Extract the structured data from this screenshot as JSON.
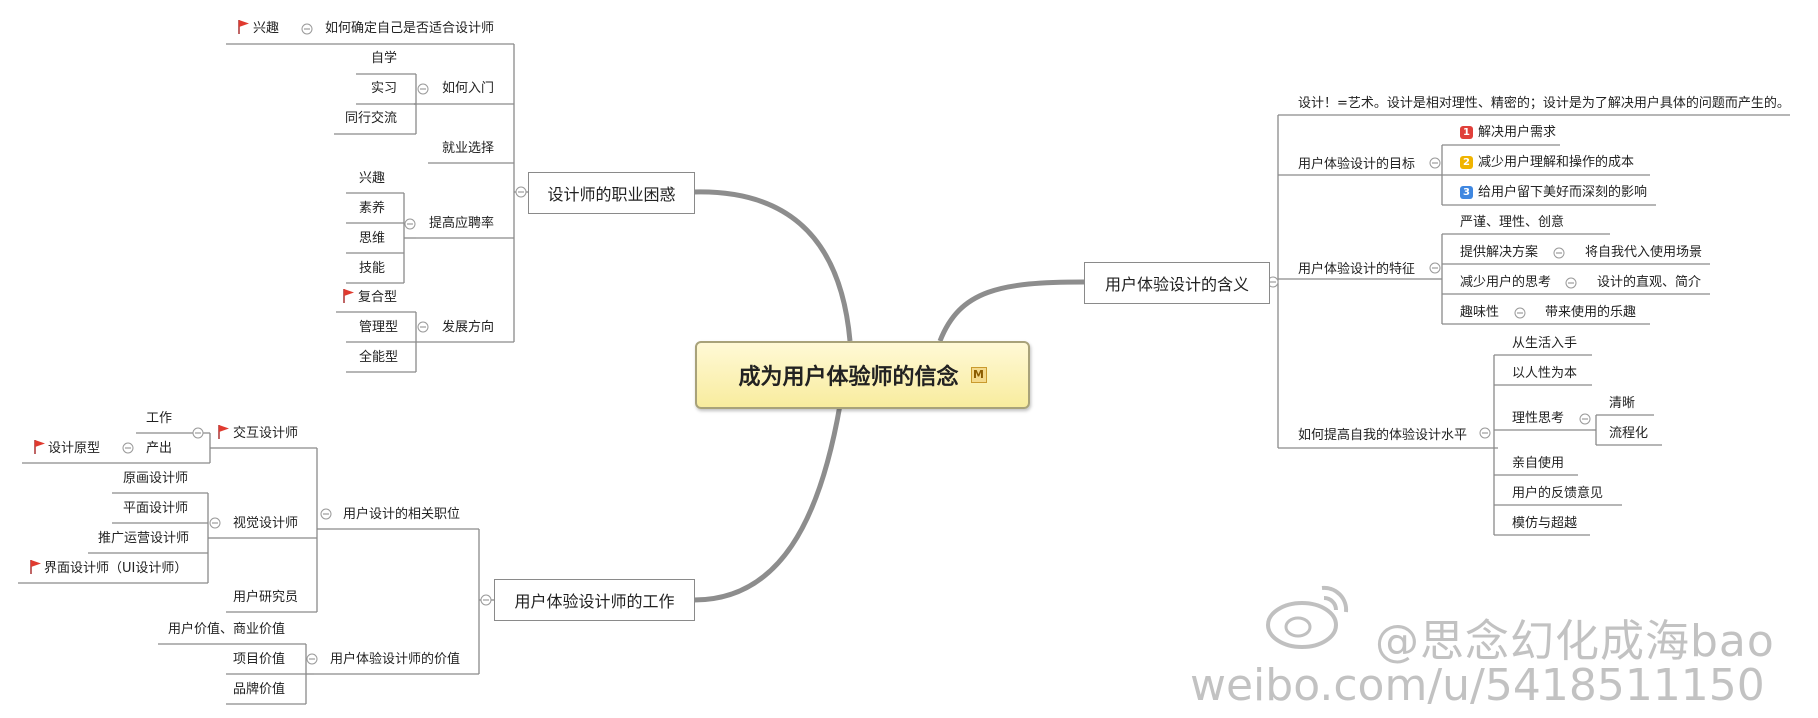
{
  "central": {
    "title": "成为用户体验师的信念",
    "marker": "M"
  },
  "career": {
    "title": "设计师的职业困惑",
    "q1": {
      "label": "如何确定自己是否适合设计师",
      "child": "兴趣"
    },
    "q2": {
      "label": "如何入门",
      "items": [
        "自学",
        "实习",
        "同行交流"
      ]
    },
    "q3": {
      "label": "就业选择"
    },
    "q4": {
      "label": "提高应聘率",
      "items": [
        "兴趣",
        "素养",
        "思维",
        "技能"
      ]
    },
    "q5": {
      "label": "发展方向",
      "items": [
        "复合型",
        "管理型",
        "全能型"
      ]
    }
  },
  "work": {
    "title": "用户体验设计师的工作",
    "roles": {
      "label": "用户设计的相关职位",
      "interaction": {
        "label": "交互设计师",
        "work": "工作",
        "output": "产出",
        "output_child": "设计原型"
      },
      "visual": {
        "label": "视觉设计师",
        "items": [
          "原画设计师",
          "平面设计师",
          "推广运营设计师",
          "界面设计师（UI设计师）"
        ]
      },
      "researcher": "用户研究员"
    },
    "value": {
      "label": "用户体验设计师的价值",
      "items": [
        "用户价值、商业价值",
        "项目价值",
        "品牌价值"
      ]
    }
  },
  "meaning": {
    "title": "用户体验设计的含义",
    "definition": "设计！=艺术。设计是相对理性、精密的；设计是为了解决用户具体的问题而产生的。",
    "goal": {
      "label": "用户体验设计的目标",
      "items": [
        "解决用户需求",
        "减少用户理解和操作的成本",
        "给用户留下美好而深刻的影响"
      ],
      "badges": [
        "1",
        "2",
        "3"
      ]
    },
    "feature": {
      "label": "用户体验设计的特征",
      "f1": "严谨、理性、创意",
      "f2": "提供解决方案",
      "f2_child": "将自我代入使用场景",
      "f3": "减少用户的思考",
      "f3_child": "设计的直观、简介",
      "f4": "趣味性",
      "f4_child": "带来使用的乐趣"
    },
    "improve": {
      "label": "如何提高自我的体验设计水平",
      "items": [
        "从生活入手",
        "以人性为本",
        "理性思考",
        "亲自使用",
        "用户的反馈意见",
        "模仿与超越"
      ],
      "rational_children": [
        "清晰",
        "流程化"
      ]
    }
  },
  "colors": {
    "badge1": "#e0403a",
    "badge2": "#f0b400",
    "badge3": "#3f87e0",
    "flag": "#e03a2f",
    "line": "#8a8a8a",
    "branch": "#8d8d8d"
  },
  "watermark": {
    "handle": "@思念幻化成海bao",
    "url": "weibo.com/u/5418511150"
  }
}
